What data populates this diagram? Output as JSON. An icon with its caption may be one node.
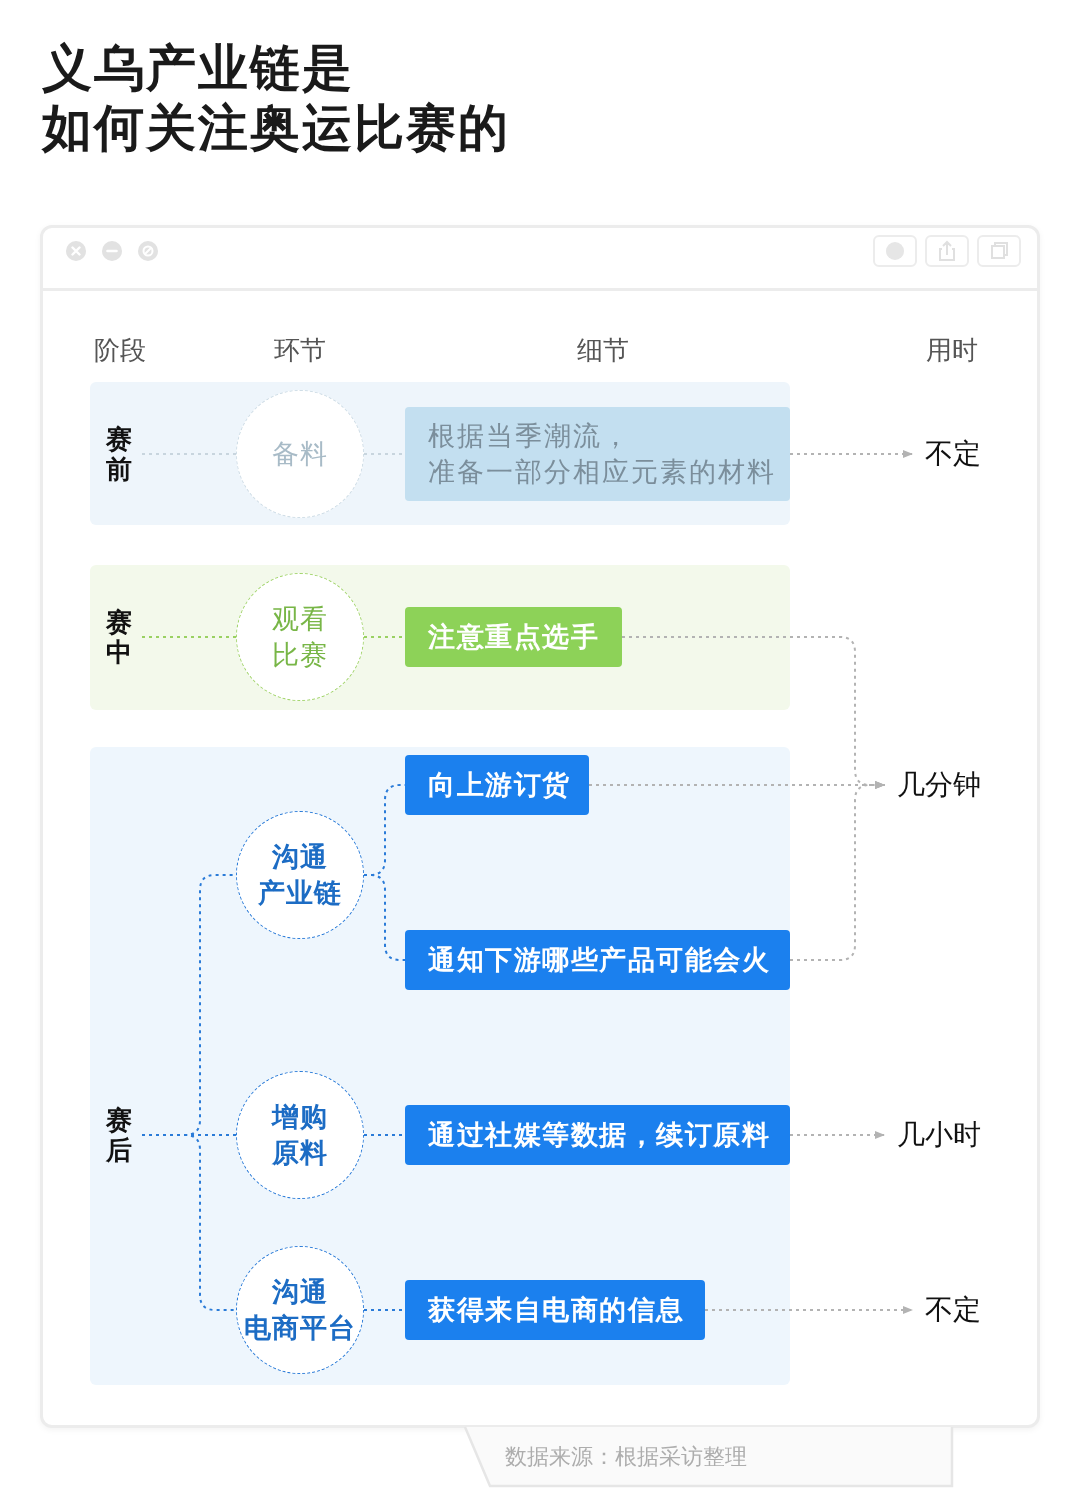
{
  "diagram": {
    "title": "义乌产业链是如何关注奥运比赛的",
    "caption": "数据来源：根据采访整理",
    "nodes": [
      {
        "text": [],
        "shape": "box"
      },
      {
        "text": [
          "赛前"
        ],
        "in": 0
      },
      {
        "text": [
          "备料"
        ],
        "in": 0
      },
      {
        "text": [
          "根据当季潮流，准备一部分相应元素的材料"
        ],
        "in": 0
      },
      {
        "text": [
          "不定"
        ]
      },
      {
        "text": [],
        "shape": "box"
      },
      {
        "text": [
          "赛中"
        ],
        "in": 5
      },
      {
        "text": [
          "观看比赛"
        ],
        "in": 5
      },
      {
        "text": [
          "注意重点选手"
        ],
        "in": 5
      },
      {
        "text": [],
        "shape": "box"
      },
      {
        "text": [
          "赛后"
        ],
        "in": 9
      },
      {
        "text": [
          "沟通产业链"
        ],
        "in": 9
      },
      {
        "text": [
          "向上游订货"
        ],
        "in": 9
      },
      {
        "text": [
          "几分钟"
        ]
      },
      {
        "text": [
          "通知下游哪些产品可能会火"
        ],
        "in": 9
      },
      {
        "text": [
          "增购原料"
        ],
        "in": 9
      },
      {
        "text": [
          "通过社媒等数据，续订原料"
        ],
        "in": 9
      },
      {
        "text": [
          "几小时"
        ]
      },
      {
        "text": [
          "沟通电商平台"
        ],
        "in": 9
      },
      {
        "text": [
          "获得来自电商的信息"
        ],
        "in": 9
      },
      {
        "text": [
          "不定"
        ]
      }
    ],
    "edges": [
      {
        "from": 1,
        "to": 2,
        "arrow": "none",
        "style": "dashed",
        "color": "#c8d5de"
      },
      {
        "from": 2,
        "to": 3,
        "arrow": "none",
        "style": "dashed",
        "color": "#c8d5de"
      },
      {
        "from": 3,
        "to": 4,
        "arrow": "to",
        "style": "dashed",
        "color": "#b3b3b3"
      },
      {
        "from": 6,
        "to": 7,
        "arrow": "none",
        "style": "dashed",
        "color": "#9ad162"
      },
      {
        "from": 7,
        "to": 8,
        "arrow": "none",
        "style": "dashed",
        "color": "#9ad162"
      },
      {
        "from": 8,
        "to": 13,
        "arrow": "to",
        "style": "dashed",
        "color": "#b3b3b3"
      },
      {
        "from": 10,
        "to": 11,
        "arrow": "none",
        "style": "dashed"
      },
      {
        "from": 10,
        "to": 15,
        "arrow": "none",
        "style": "dashed"
      },
      {
        "from": 10,
        "to": 18,
        "arrow": "none",
        "style": "dashed"
      },
      {
        "from": 11,
        "to": 12,
        "arrow": "none",
        "style": "dashed"
      },
      {
        "from": 11,
        "to": 14,
        "arrow": "none",
        "style": "dashed"
      },
      {
        "from": 12,
        "to": 13,
        "arrow": "to",
        "style": "dashed",
        "color": "#b3b3b3"
      },
      {
        "from": 14,
        "to": 13,
        "arrow": "to",
        "style": "dashed",
        "color": "#b3b3b3"
      },
      {
        "from": 15,
        "to": 16,
        "arrow": "none",
        "style": "dashed"
      },
      {
        "from": 16,
        "to": 17,
        "arrow": "to",
        "style": "dashed",
        "color": "#b3b3b3"
      },
      {
        "from": 18,
        "to": 19,
        "arrow": "none",
        "style": "dashed"
      },
      {
        "from": 19,
        "to": 20,
        "arrow": "to",
        "style": "dashed",
        "color": "#b3b3b3"
      }
    ],
    "labels": [
      "阶段",
      "环节",
      "细节",
      "用时"
    ]
  }
}
